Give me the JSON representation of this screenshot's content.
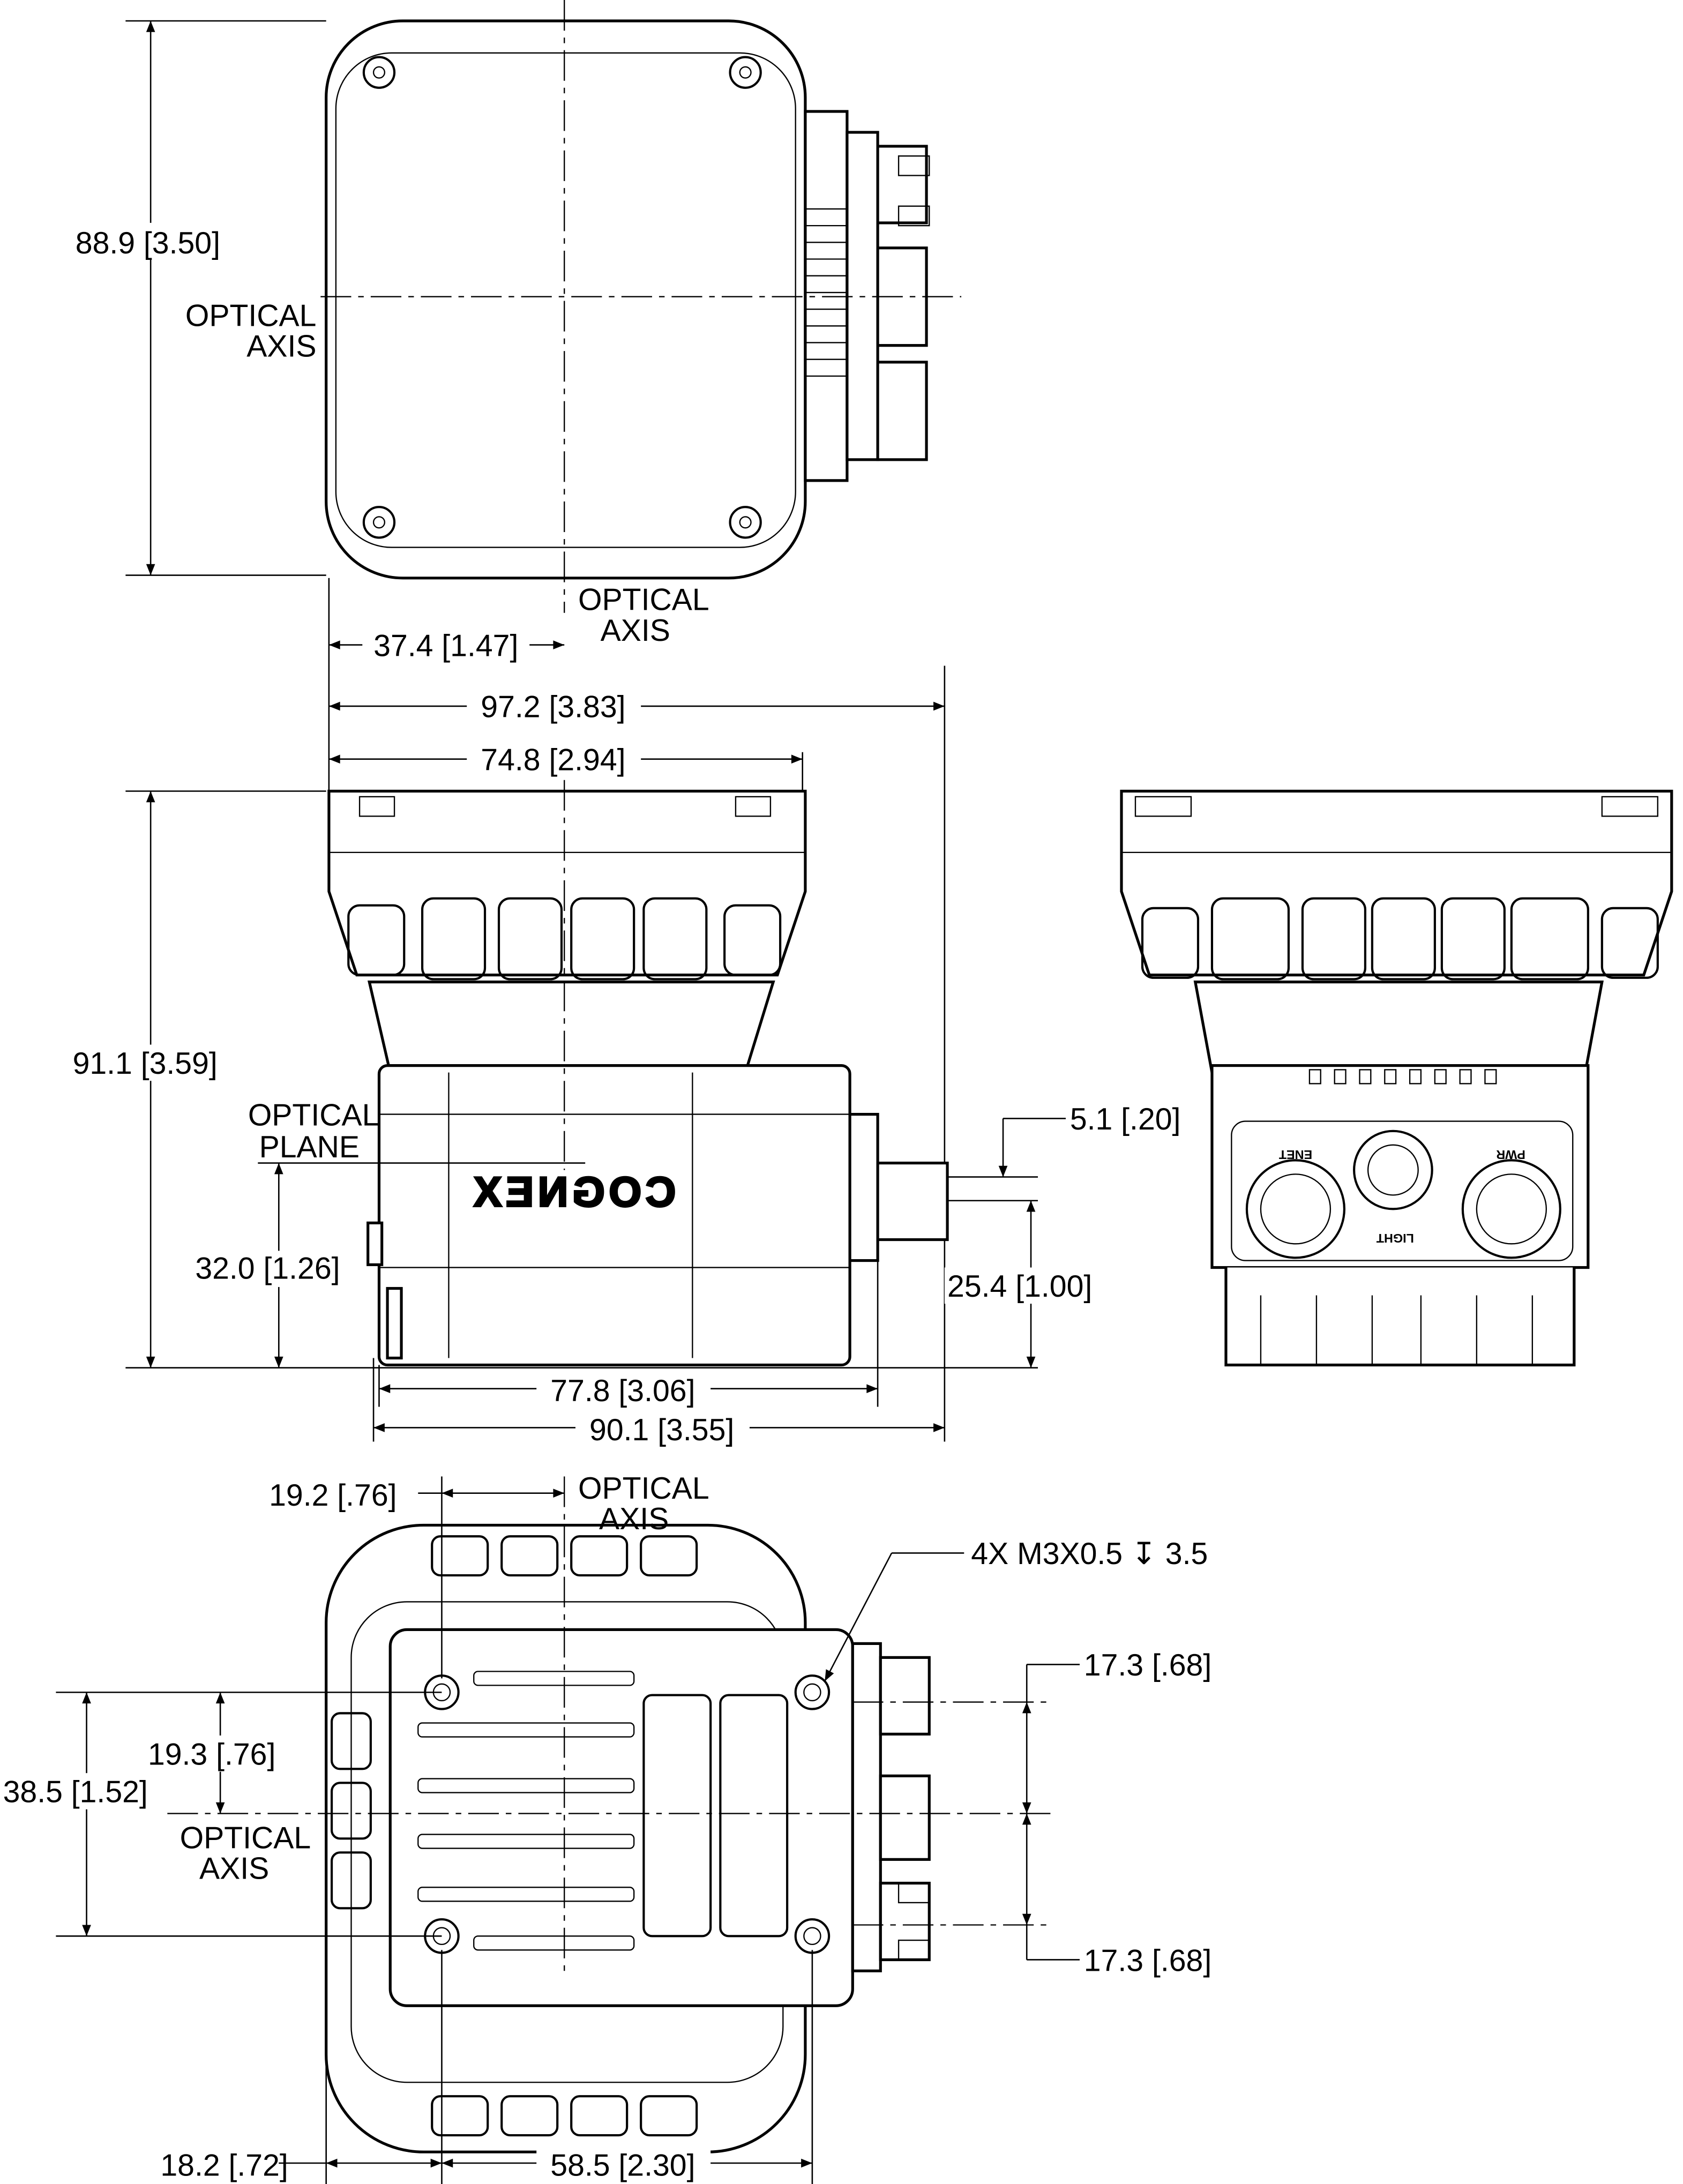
{
  "top_view": {
    "height_dim": "88.9 [3.50]",
    "optical_axis_left": [
      "OPTICAL",
      "AXIS"
    ],
    "optical_axis_bottom": [
      "OPTICAL",
      "AXIS"
    ],
    "axis_offset_dim": "37.4 [1.47]",
    "overall_width_dim": "97.2 [3.83]",
    "body_width_dim": "74.8 [2.94]"
  },
  "side_view": {
    "height_dim": "91.1 [3.59]",
    "optical_plane": [
      "OPTICAL",
      "PLANE"
    ],
    "optical_plane_dim": "32.0 [1.26]",
    "body_length_dim": "77.8 [3.06]",
    "overall_length_dim": "90.1 [3.55]",
    "connector_height_dim": "25.4 [1.00]",
    "connector_offset_dim": "5.1 [.20]",
    "logo": "COGNEX"
  },
  "rear_view": {
    "connectors": [
      "ENET",
      "LIGHT",
      "PWR"
    ]
  },
  "bottom_view": {
    "axis_offset_dim": "19.2 [.76]",
    "optical_axis_top": [
      "OPTICAL",
      "AXIS"
    ],
    "thread_callout": "4X M3X0.5 ↧ 3.5",
    "conn_dim_top": "17.3 [.68]",
    "conn_dim_bottom": "17.3 [.68]",
    "half_hole_dim": "19.3 [.76]",
    "hole_spacing_dim": "38.5 [1.52]",
    "optical_axis_left": [
      "OPTICAL",
      "AXIS"
    ],
    "edge_offset_dim": "18.2 [.72]",
    "hole_pitch_dim": "58.5 [2.30]"
  }
}
